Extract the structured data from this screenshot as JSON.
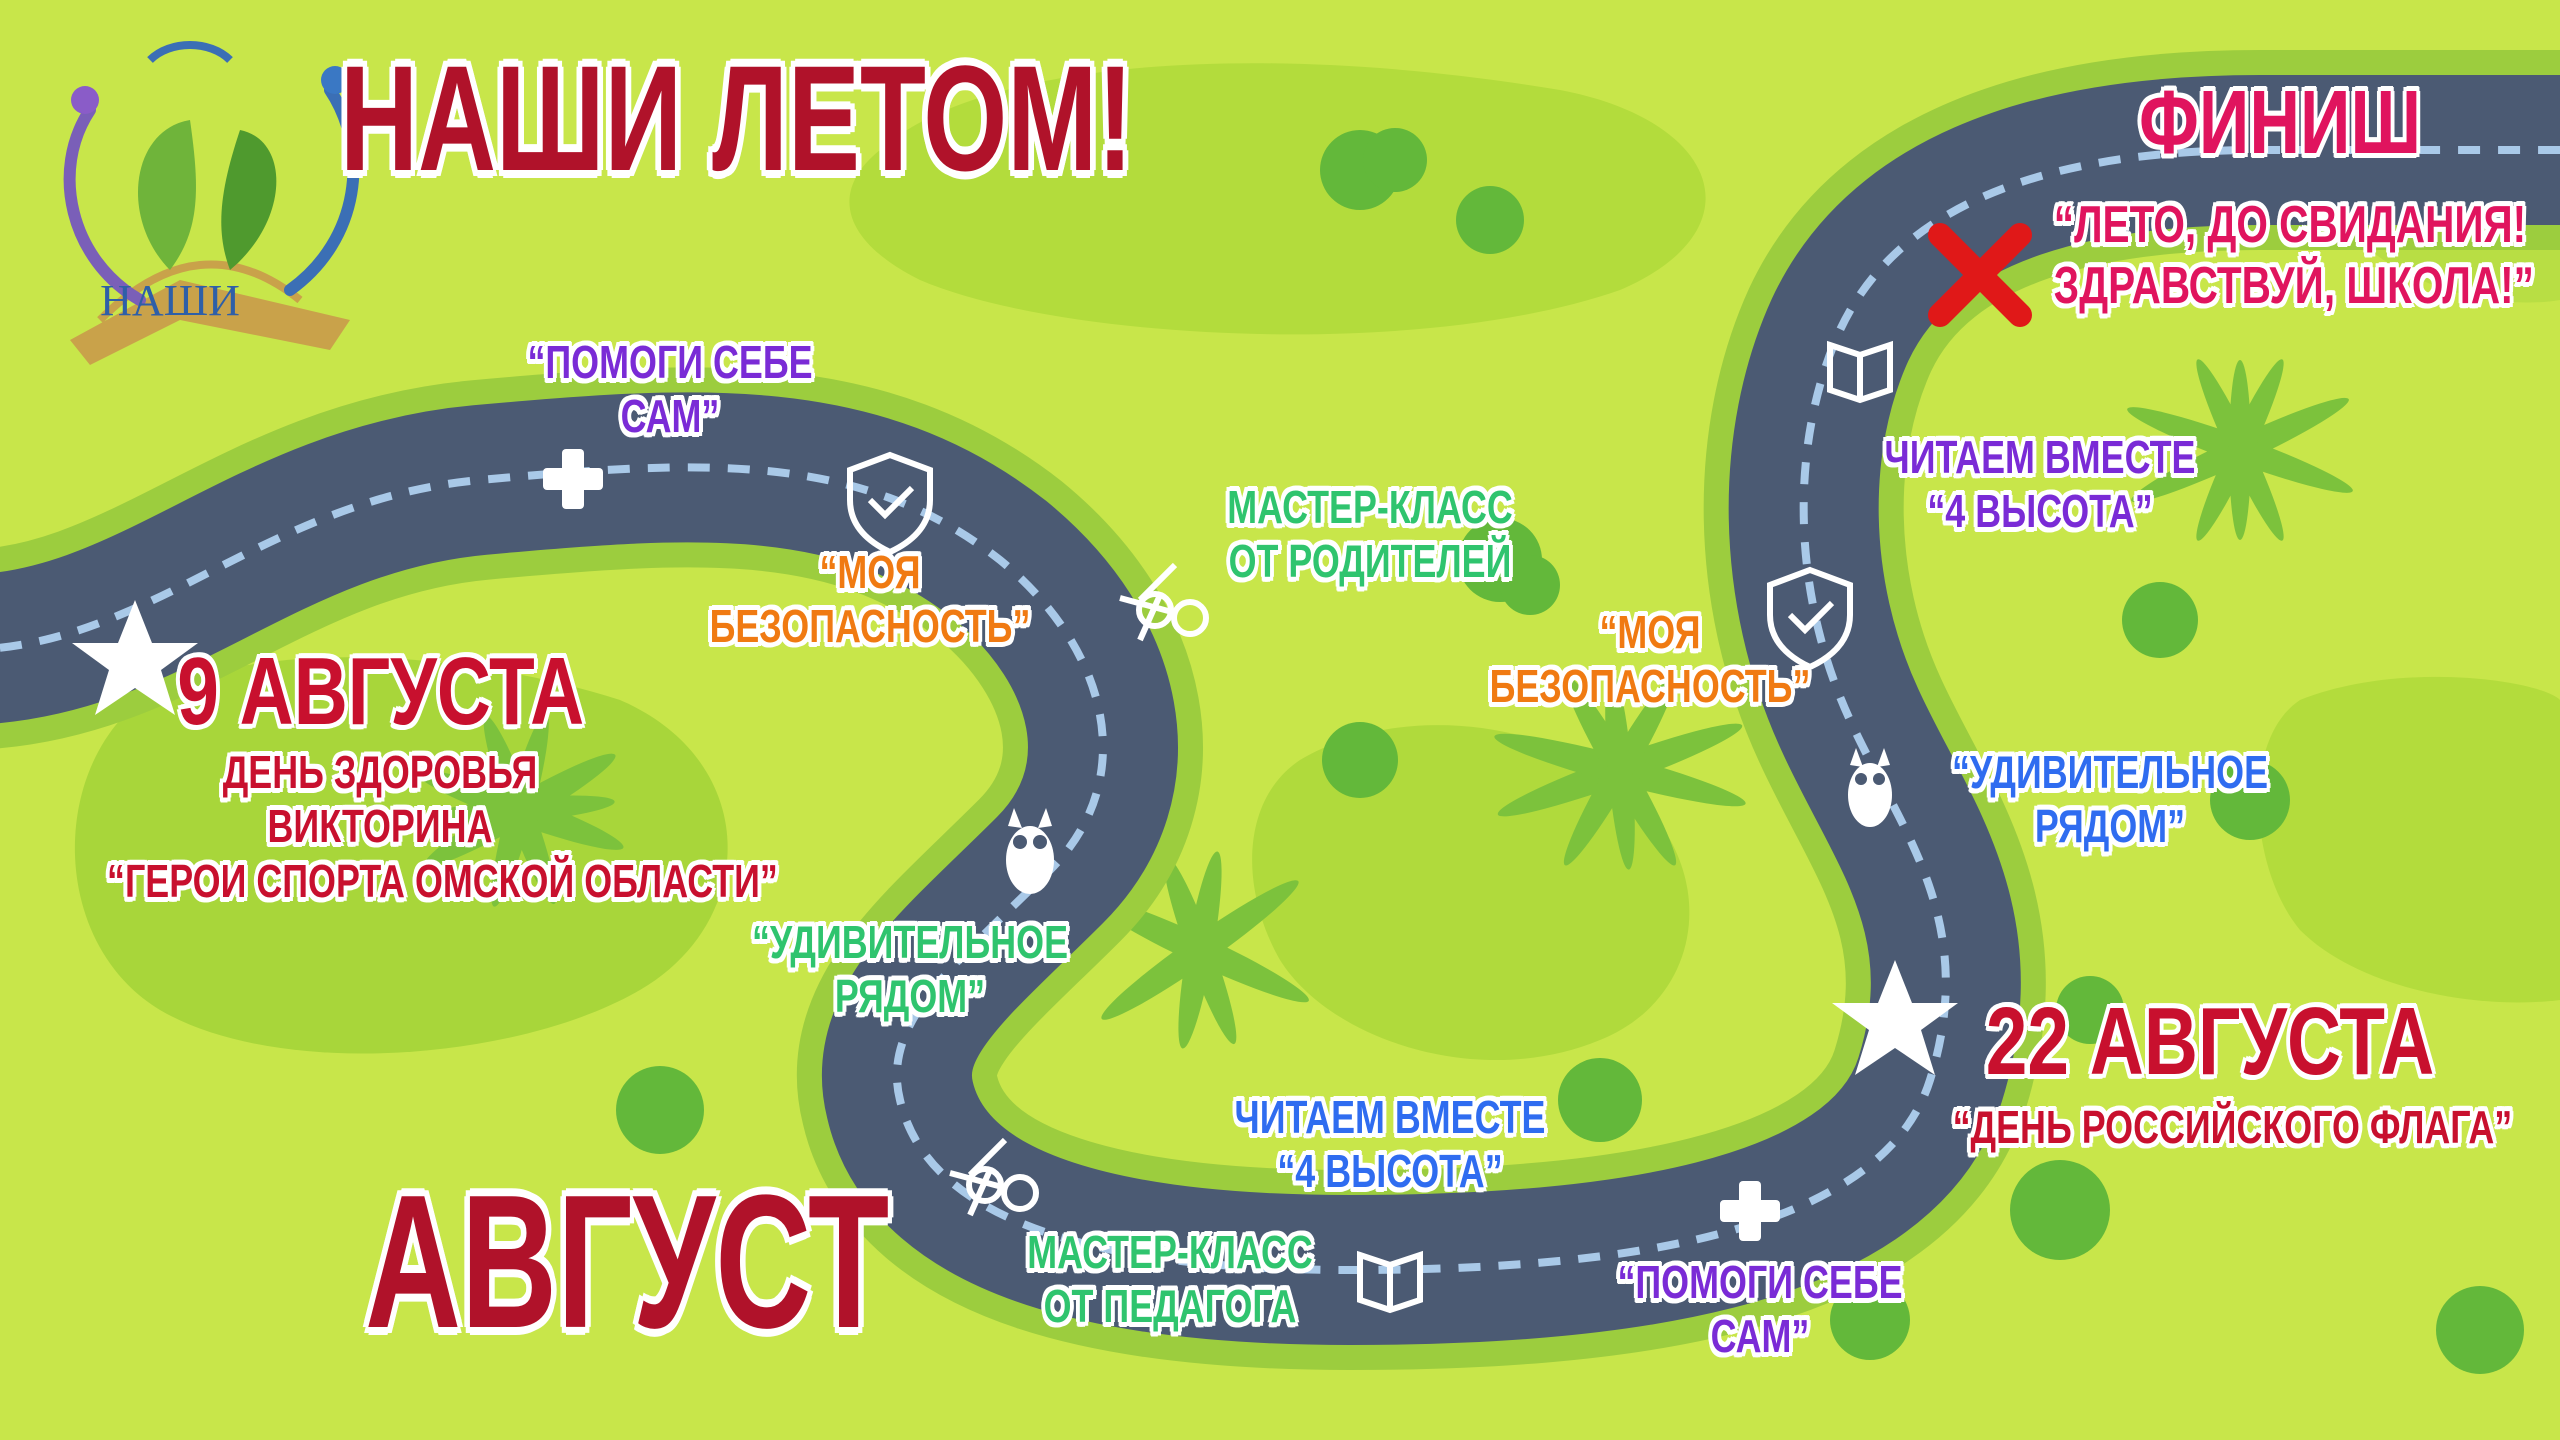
{
  "header": {
    "title": "НАШИ ЛЕТОМ!",
    "logo_text": "НАШИ"
  },
  "month": "АВГУСТ",
  "finish": {
    "heading": "ФИНИШ",
    "line1": "“ЛЕТО, ДО СВИДАНИЯ!",
    "line2": "ЗДРАВСТВУЙ, ШКОЛА!”"
  },
  "event_aug9": {
    "date": "9 АВГУСТА",
    "line1": "ДЕНЬ ЗДОРОВЬЯ",
    "line2": "ВИКТОРИНА",
    "line3": "“ГЕРОИ СПОРТА ОМСКОЙ ОБЛАСТИ”"
  },
  "event_aug22": {
    "date": "22 АВГУСТА",
    "line1": "“ДЕНЬ РОССИЙСКОГО ФЛАГА”"
  },
  "stops": {
    "help1": {
      "line1": "“ПОМОГИ СЕБЕ",
      "line2": "САМ”"
    },
    "safety1": {
      "line1": "“МОЯ",
      "line2": "БЕЗОПАСНОСТЬ”"
    },
    "master_parents": {
      "line1": "МАСТЕР-КЛАСС",
      "line2": "ОТ РОДИТЕЛЕЙ"
    },
    "amazing1": {
      "line1": "“УДИВИТЕЛЬНОЕ",
      "line2": "РЯДОМ”"
    },
    "master_teacher": {
      "line1": "МАСТЕР-КЛАСС",
      "line2": "ОТ ПЕДАГОГА"
    },
    "reading1": {
      "line1": "ЧИТАЕМ ВМЕСТЕ",
      "line2": "“4 ВЫСОТА”"
    },
    "help2": {
      "line1": "“ПОМОГИ СЕБЕ",
      "line2": "САМ”"
    },
    "safety2": {
      "line1": "“МОЯ",
      "line2": "БЕЗОПАСНОСТЬ”"
    },
    "amazing2": {
      "line1": "“УДИВИТЕЛЬНОЕ",
      "line2": "РЯДОМ”"
    },
    "reading2": {
      "line1": "ЧИТАЕМ ВМЕСТЕ",
      "line2": "“4 ВЫСОТА”"
    }
  },
  "colors": {
    "grass": "#c8e64a",
    "patch": "#a9d63a",
    "road": "#4b5a73",
    "road_edge": "#8fc43c",
    "dash": "#a9c9e8",
    "title_red": "#b0122a",
    "event_red": "#c8102e",
    "finish_pink": "#e0145e",
    "purple": "#7a2bd6",
    "orange": "#f07a12",
    "green": "#2fc46e",
    "blue": "#2f6cf0",
    "bush": "#63b83a",
    "leaf": "#7cc23c",
    "cross_red": "#e01818"
  }
}
